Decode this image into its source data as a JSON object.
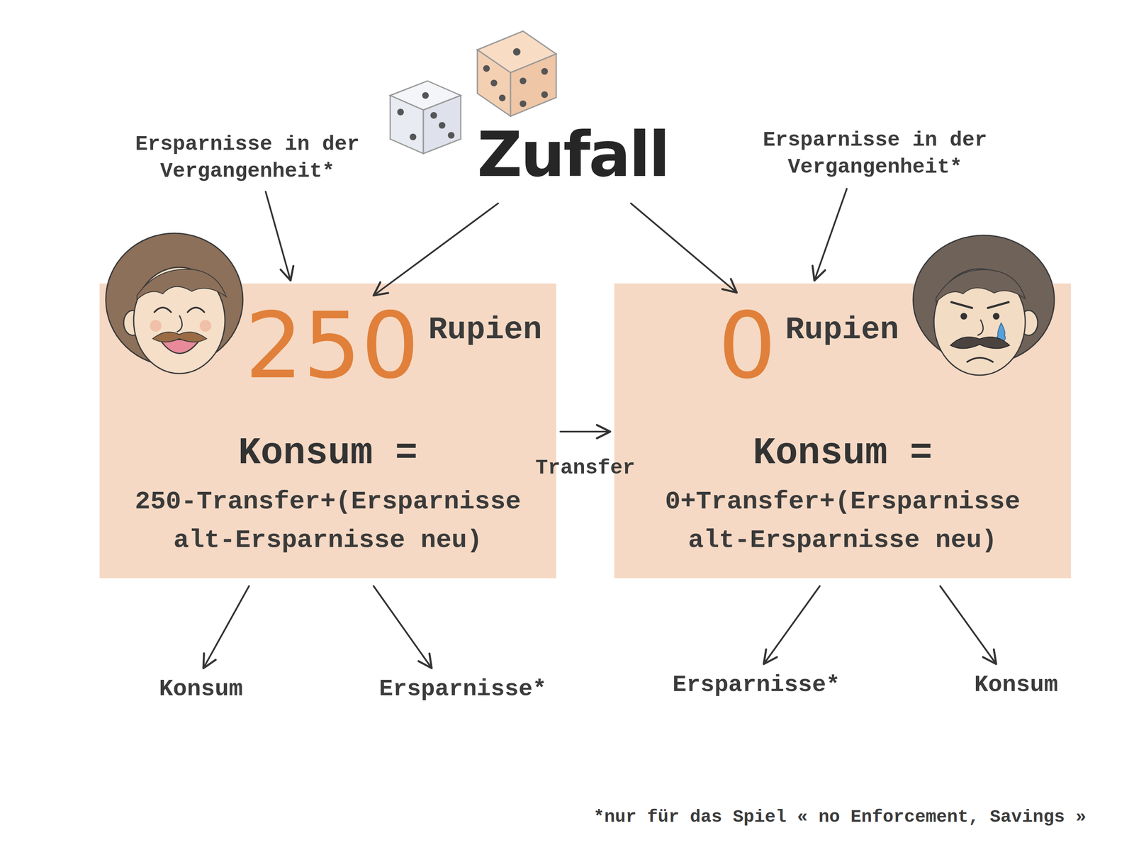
{
  "diagram": {
    "nodes": [
      {
        "text": [
          "250",
          "Rupien",
          "Konsum =",
          "250-Transfer+(Ersparnisse alt-Ersparnisse neu)"
        ]
      },
      {
        "text": [
          "0",
          "Rupien",
          "Konsum =",
          "0+Transfer+(Ersparnisse alt-Ersparnisse neu)"
        ]
      }
    ],
    "edges": [
      {
        "from": 0,
        "to": 1,
        "arrow": "to",
        "label": "Transfer"
      }
    ],
    "labels": [
      "Zufall",
      "Ersparnisse in der Vergangenheit*",
      "Ersparnisse in der Vergangenheit*",
      "Konsum",
      "Ersparnisse*",
      "Ersparnisse*",
      "Konsum",
      "*nur für das Spiel « no Enforcement, Savings »"
    ]
  }
}
